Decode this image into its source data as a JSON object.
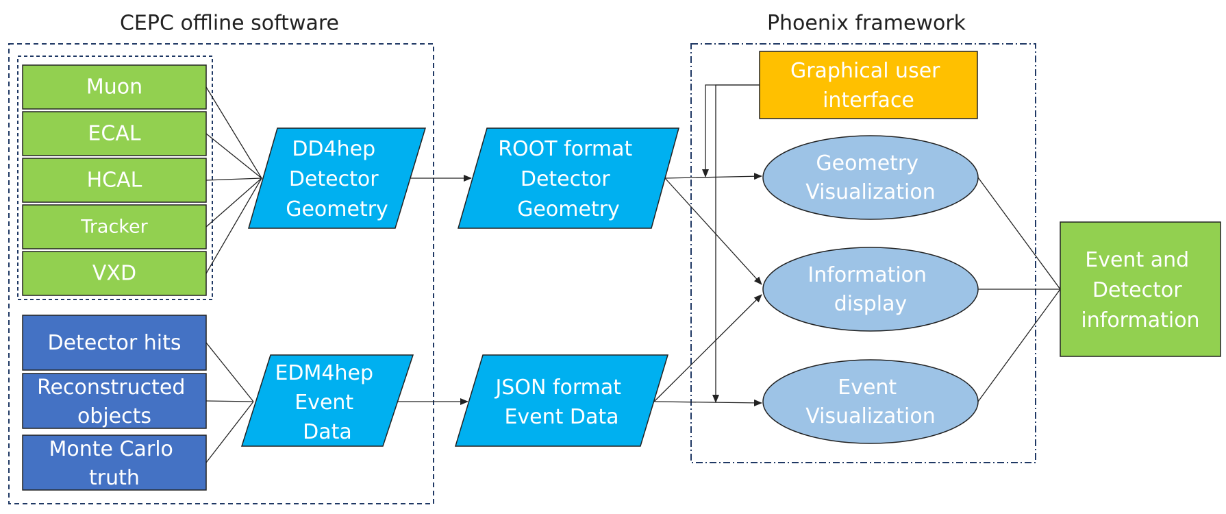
{
  "groups": {
    "cepc": "CEPC offline software",
    "phoenix": "Phoenix framework"
  },
  "detectors": [
    "Muon",
    "ECAL",
    "HCAL",
    "Tracker",
    "VXD"
  ],
  "event_sources": [
    [
      "Detector hits"
    ],
    [
      "Reconstructed",
      "objects"
    ],
    [
      "Monte Carlo",
      "truth"
    ]
  ],
  "dd4hep": [
    "DD4hep",
    "Detector",
    "Geometry"
  ],
  "edm4hep": [
    "EDM4hep",
    "Event",
    "Data"
  ],
  "root_format": [
    "ROOT format",
    "Detector",
    "Geometry"
  ],
  "json_format": [
    "JSON format",
    "Event Data"
  ],
  "gui": [
    "Graphical user",
    "interface"
  ],
  "geometry_vis": [
    "Geometry",
    "Visualization"
  ],
  "info_display": [
    "Information",
    "display"
  ],
  "event_vis": [
    "Event",
    "Visualization"
  ],
  "output": [
    "Event and",
    "Detector",
    "information"
  ],
  "colors": {
    "green": "#92d050",
    "blue_dark": "#4472c4",
    "cyan": "#00b0f0",
    "orange": "#ffc000",
    "ellipse": "#9dc3e6",
    "stroke": "#222222"
  }
}
